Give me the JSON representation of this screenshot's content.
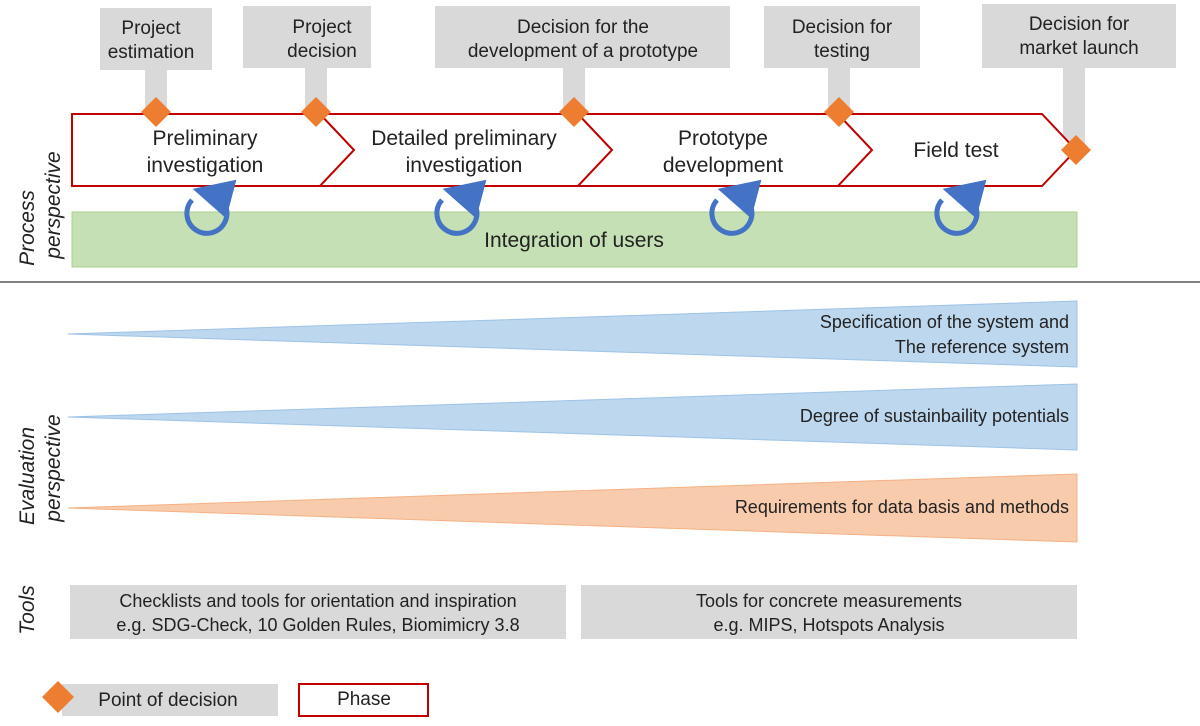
{
  "decisions": [
    {
      "line1": "Project",
      "line2": "estimation"
    },
    {
      "line1": "Project",
      "line2": "decision"
    },
    {
      "line1": "Decision for the",
      "line2": "development of a prototype"
    },
    {
      "line1": "Decision for",
      "line2": "testing"
    },
    {
      "line1": "Decision for",
      "line2": "market launch"
    }
  ],
  "phases": [
    {
      "line1": "Preliminary",
      "line2": "investigation"
    },
    {
      "line1": "Detailed preliminary",
      "line2": "investigation"
    },
    {
      "line1": "Prototype",
      "line2": "development"
    },
    {
      "line1": "Field test",
      "line2": ""
    }
  ],
  "integration_label": "Integration of users",
  "perspectives": {
    "process": {
      "line1": "Process",
      "line2": "perspective"
    },
    "evaluation": {
      "line1": "Evaluation",
      "line2": "perspective"
    },
    "tools": "Tools"
  },
  "wedges": [
    {
      "line1": "Specification of the system and",
      "line2": "The reference system",
      "direction": "increasing",
      "color": "#bdd7ee"
    },
    {
      "line1": "Degree of sustainbaility potentials",
      "line2": "",
      "direction": "increasing",
      "color": "#bdd7ee"
    },
    {
      "line1": "Requirements for data basis and methods",
      "line2": "",
      "direction": "decreasing",
      "color": "#f8cbad"
    }
  ],
  "tools": [
    {
      "line1": "Checklists and tools for orientation and inspiration",
      "line2": "e.g. SDG-Check, 10 Golden Rules, Biomimicry 3.8"
    },
    {
      "line1": "Tools for concrete measurements",
      "line2": "e.g. MIPS, Hotspots Analysis"
    }
  ],
  "legend": {
    "decision_label": "Point of decision",
    "phase_label": "Phase"
  },
  "colors": {
    "phase_border": "#c00000",
    "decision_marker": "#ed7d31",
    "integration_fill": "#c5e0b4",
    "cycle_arrow": "#4472c4",
    "gray_box": "#d9d9d9"
  }
}
